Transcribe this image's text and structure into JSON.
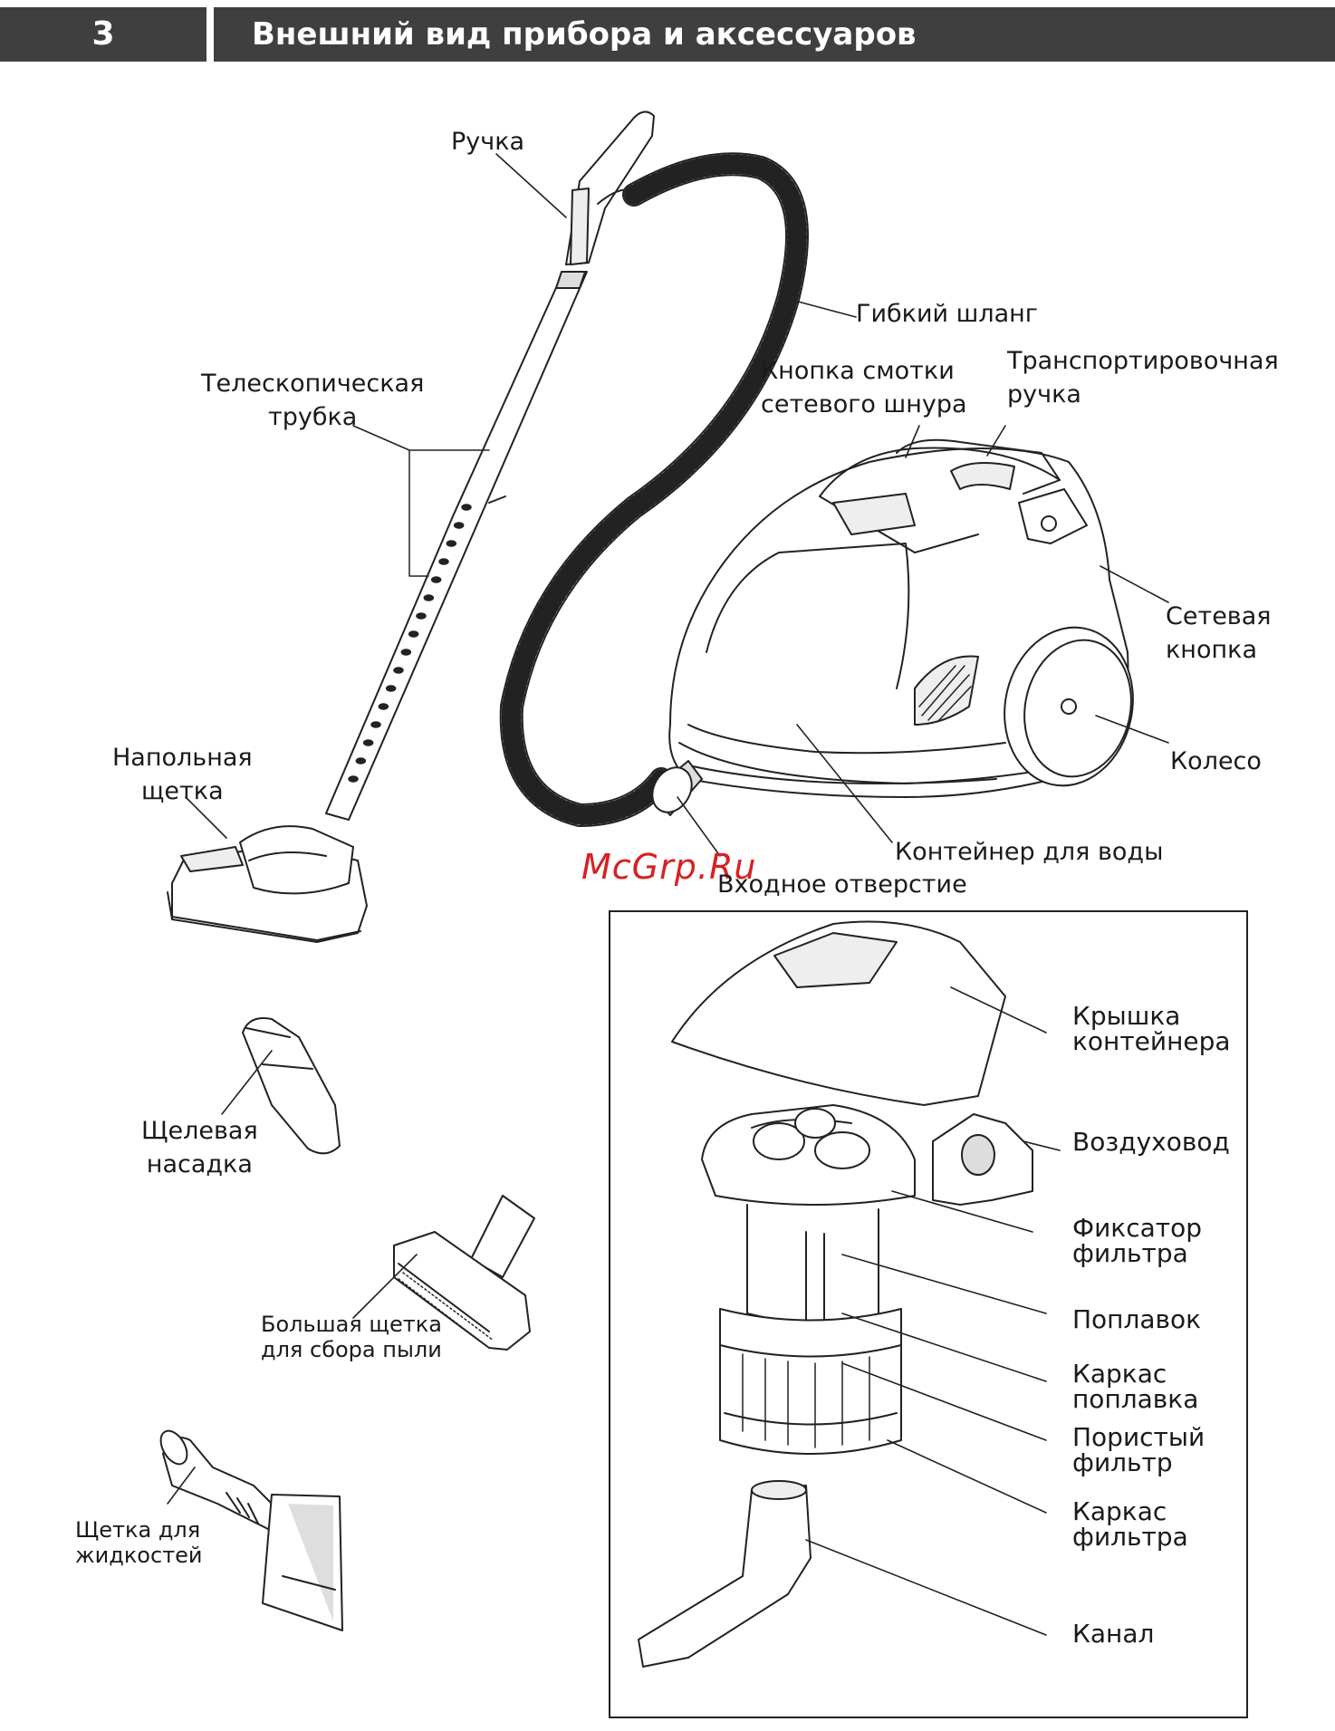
{
  "header": {
    "section_number": "3",
    "title": "Внешний вид прибора и аксессуаров"
  },
  "watermark": "McGrp.Ru",
  "labels": {
    "handle": "Ручка",
    "hose": "Гибкий шланг",
    "telescopic": [
      "Телескопическая",
      "трубка"
    ],
    "cord_button": [
      "Кнопка смотки",
      "сетевого шнура"
    ],
    "carry_handle": [
      "Транспортировочная",
      "ручка"
    ],
    "power_button": [
      "Сетевая",
      "кнопка"
    ],
    "wheel": "Колесо",
    "floor_brush": [
      "Напольная",
      "щетка"
    ],
    "water_container": "Контейнер для воды",
    "inlet": "Входное отверстие",
    "crevice_nozzle": [
      "Щелевая",
      "насадка"
    ],
    "dust_brush": [
      "Большая щетка",
      "для сбора пыли"
    ],
    "liquid_brush": [
      "Щетка для",
      "жидкостей"
    ]
  },
  "inset_labels": {
    "container_lid": [
      "Крышка",
      "контейнера"
    ],
    "air_duct": "Воздуховод",
    "filter_lock": [
      "Фиксатор",
      "фильтра"
    ],
    "float": "Поплавок",
    "float_frame": [
      "Каркас",
      "поплавка"
    ],
    "porous_filter": [
      "Пористый",
      "фильтр"
    ],
    "filter_frame": [
      "Каркас",
      "фильтра"
    ],
    "channel": "Канал"
  }
}
